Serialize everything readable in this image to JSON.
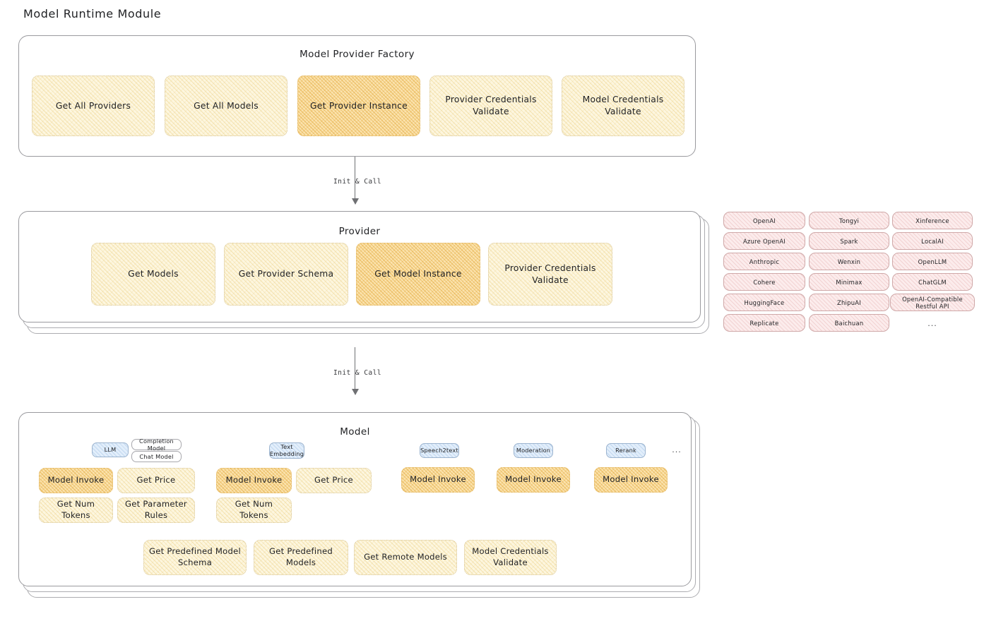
{
  "page": {
    "title": "Model Runtime Module"
  },
  "sections": {
    "factory": {
      "title": "Model Provider Factory",
      "items": [
        {
          "label": "Get All Providers",
          "highlight": false
        },
        {
          "label": "Get All Models",
          "highlight": false
        },
        {
          "label": "Get Provider Instance",
          "highlight": true
        },
        {
          "label": "Provider Credentials Validate",
          "highlight": false
        },
        {
          "label": "Model Credentials Validate",
          "highlight": false
        }
      ]
    },
    "provider": {
      "title": "Provider",
      "items": [
        {
          "label": "Get Models",
          "highlight": false
        },
        {
          "label": "Get Provider Schema",
          "highlight": false
        },
        {
          "label": "Get Model Instance",
          "highlight": true
        },
        {
          "label": "Provider Credentials Validate",
          "highlight": false
        }
      ]
    },
    "model": {
      "title": "Model",
      "types": [
        {
          "badge": "LLM",
          "sub_badges": [
            "Completion Model",
            "Chat Model"
          ],
          "methods": [
            "Model Invoke",
            "Get Price",
            "Get Num Tokens",
            "Get Parameter Rules"
          ]
        },
        {
          "badge": "Text Embedding",
          "sub_badges": [],
          "methods": [
            "Model Invoke",
            "Get Price",
            "Get Num Tokens"
          ]
        },
        {
          "badge": "Speech2text",
          "sub_badges": [],
          "methods": [
            "Model Invoke"
          ]
        },
        {
          "badge": "Moderation",
          "sub_badges": [],
          "methods": [
            "Model Invoke"
          ]
        },
        {
          "badge": "Rerank",
          "sub_badges": [],
          "methods": [
            "Model Invoke"
          ]
        }
      ],
      "types_more": "...",
      "shared_methods": [
        "Get Predefined Model Schema",
        "Get Predefined Models",
        "Get Remote Models",
        "Model Credentials Validate"
      ]
    }
  },
  "arrows": {
    "factory_to_provider": "Init & Call",
    "provider_to_model": "Init & Call"
  },
  "provider_list": {
    "column_1": [
      "OpenAI",
      "Azure OpenAI",
      "Anthropic",
      "Cohere",
      "HuggingFace",
      "Replicate"
    ],
    "column_2": [
      "Tongyi",
      "Spark",
      "Wenxin",
      "Minimax",
      "ZhipuAI",
      "Baichuan"
    ],
    "column_3": [
      "Xinference",
      "LocalAI",
      "OpenLLM",
      "ChatGLM",
      "OpenAI-Compatible Restful API"
    ],
    "more": "..."
  },
  "colors": {
    "leaf_fill": "#fdf6df",
    "leaf_highlight_fill": "#fbe3ae",
    "badge_blue_fill": "#e2eefb",
    "chip_pink_fill": "#fcecec",
    "outline": "#9a9a9e"
  }
}
